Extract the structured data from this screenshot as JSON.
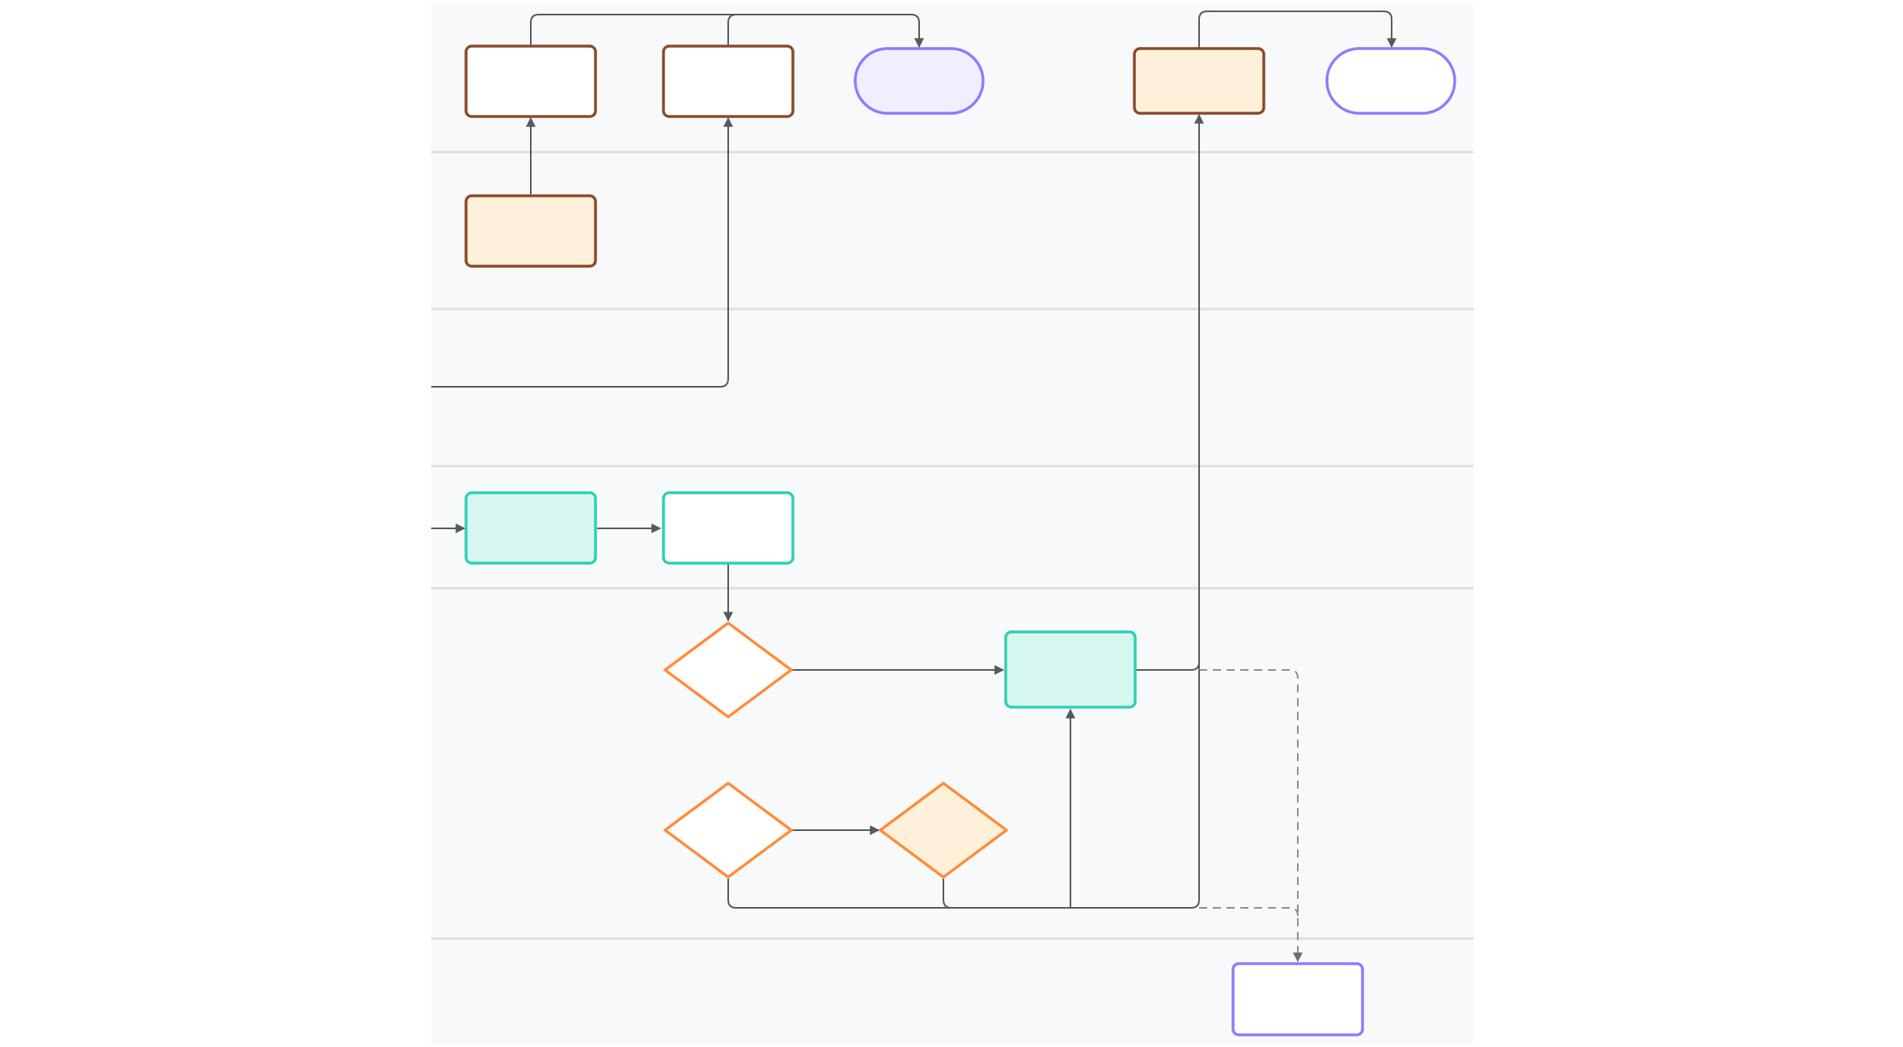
{
  "canvas": {
    "background": "#ffffff",
    "lane_fill": "#f8f9fb",
    "lane_divider_color": "#dcdee2"
  },
  "palette": {
    "connector": "#555a60",
    "connector_dashed": "#8a8f96",
    "brown_stroke": "#8b4a2b",
    "cream_fill": "#fff1d9",
    "teal_stroke": "#2fcfb5",
    "teal_fill": "#d6f7ef",
    "orange_stroke": "#ff8c3a",
    "purple_stroke": "#8c7cff",
    "purple_fill": "#efefff",
    "white_fill": "#ffffff"
  },
  "lanes": [
    "lane-1",
    "lane-2",
    "lane-3",
    "lane-4",
    "lane-5",
    "lane-6"
  ],
  "nodes": [
    {
      "id": "process-box-1",
      "shape": "rect",
      "stroke": "brown_stroke",
      "fill": "white_fill",
      "label": ""
    },
    {
      "id": "process-box-2",
      "shape": "rect",
      "stroke": "brown_stroke",
      "fill": "white_fill",
      "label": ""
    },
    {
      "id": "terminal-pill-1",
      "shape": "pill",
      "stroke": "purple_stroke",
      "fill": "purple_fill",
      "label": ""
    },
    {
      "id": "process-box-3",
      "shape": "rect",
      "stroke": "brown_stroke",
      "fill": "cream_fill",
      "label": ""
    },
    {
      "id": "terminal-pill-2",
      "shape": "pill",
      "stroke": "purple_stroke",
      "fill": "white_fill",
      "label": ""
    },
    {
      "id": "process-box-4",
      "shape": "rect",
      "stroke": "brown_stroke",
      "fill": "cream_fill",
      "label": ""
    },
    {
      "id": "task-box-1",
      "shape": "rect",
      "stroke": "teal_stroke",
      "fill": "teal_fill",
      "label": ""
    },
    {
      "id": "task-box-2",
      "shape": "rect",
      "stroke": "teal_stroke",
      "fill": "white_fill",
      "label": ""
    },
    {
      "id": "decision-1",
      "shape": "diamond",
      "stroke": "orange_stroke",
      "fill": "white_fill",
      "label": ""
    },
    {
      "id": "task-box-3",
      "shape": "rect",
      "stroke": "teal_stroke",
      "fill": "teal_fill",
      "label": ""
    },
    {
      "id": "decision-2",
      "shape": "diamond",
      "stroke": "orange_stroke",
      "fill": "white_fill",
      "label": ""
    },
    {
      "id": "decision-3",
      "shape": "diamond",
      "stroke": "orange_stroke",
      "fill": "cream_fill",
      "label": ""
    },
    {
      "id": "output-box-1",
      "shape": "rect",
      "stroke": "purple_stroke",
      "fill": "white_fill",
      "label": ""
    }
  ],
  "edges": [
    {
      "from": "process-box-4",
      "to": "process-box-1",
      "style": "solid"
    },
    {
      "from": "process-box-1",
      "to": "terminal-pill-1",
      "style": "solid"
    },
    {
      "from": "process-box-2",
      "to": "terminal-pill-1",
      "style": "solid"
    },
    {
      "from": "offscreen-left",
      "to": "process-box-2",
      "style": "solid"
    },
    {
      "from": "process-box-3",
      "to": "terminal-pill-2",
      "style": "solid"
    },
    {
      "from": "offscreen-left",
      "to": "task-box-1",
      "style": "solid"
    },
    {
      "from": "task-box-1",
      "to": "task-box-2",
      "style": "solid"
    },
    {
      "from": "task-box-2",
      "to": "decision-1",
      "style": "solid"
    },
    {
      "from": "decision-1",
      "to": "task-box-3",
      "style": "solid"
    },
    {
      "from": "decision-2",
      "to": "decision-3",
      "style": "solid"
    },
    {
      "from": "decision-2",
      "to": "task-box-3",
      "style": "solid"
    },
    {
      "from": "decision-3",
      "to": "process-box-3",
      "style": "solid"
    },
    {
      "from": "task-box-3",
      "to": "output-box-1",
      "style": "dashed"
    },
    {
      "from": "decision-3",
      "to": "output-box-1",
      "style": "dashed"
    }
  ]
}
